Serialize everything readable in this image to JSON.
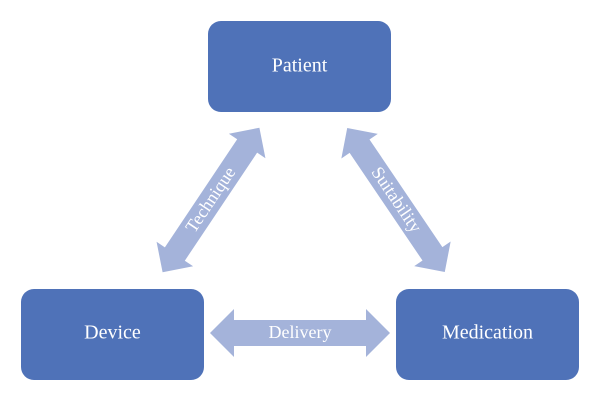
{
  "nodes": {
    "patient": "Patient",
    "device": "Device",
    "medication": "Medication"
  },
  "edges": {
    "patient_device": "Technique",
    "patient_medication": "Suitability",
    "device_medication": "Delivery"
  },
  "colors": {
    "node_fill": "#4f72b8",
    "arrow_fill": "#a4b3da",
    "label_text": "#ffffff"
  }
}
